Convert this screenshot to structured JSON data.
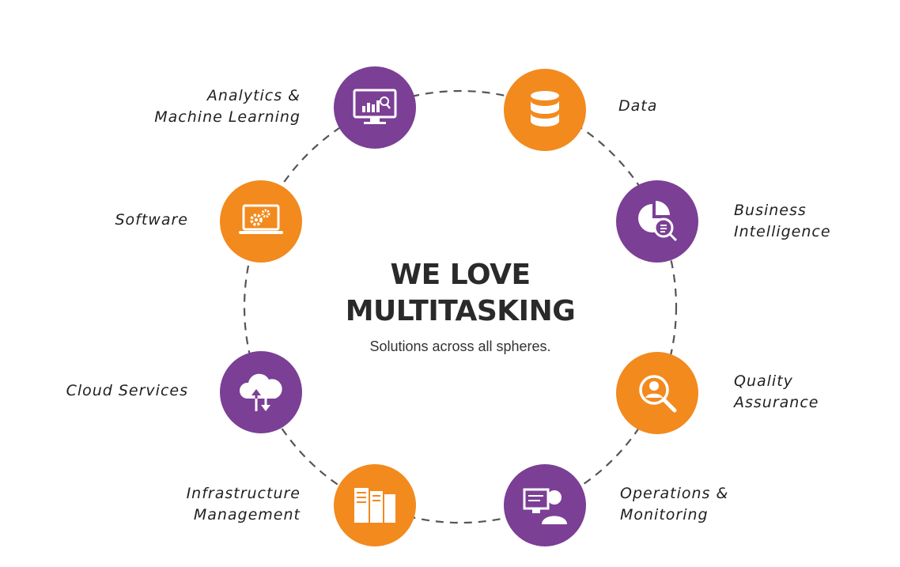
{
  "headline": {
    "line1": "WE LOVE",
    "line2": "MULTITASKING"
  },
  "subtitle": "Solutions across all spheres.",
  "colors": {
    "purple": "#7b3f95",
    "orange": "#f28a1e"
  },
  "items": [
    {
      "lines": [
        "Analytics &",
        "Machine Learning"
      ],
      "icon": "monitor-chart-icon",
      "color": "purple"
    },
    {
      "lines": [
        "Data"
      ],
      "icon": "database-icon",
      "color": "orange"
    },
    {
      "lines": [
        "Business",
        "Intelligence"
      ],
      "icon": "pie-chart-search-icon",
      "color": "purple"
    },
    {
      "lines": [
        "Quality",
        "Assurance"
      ],
      "icon": "magnifier-person-icon",
      "color": "orange"
    },
    {
      "lines": [
        "Operations &",
        "Monitoring"
      ],
      "icon": "operator-screen-icon",
      "color": "purple"
    },
    {
      "lines": [
        "Infrastructure",
        "Management"
      ],
      "icon": "server-racks-icon",
      "color": "orange"
    },
    {
      "lines": [
        "Cloud Services"
      ],
      "icon": "cloud-transfer-icon",
      "color": "purple"
    },
    {
      "lines": [
        "Software"
      ],
      "icon": "laptop-gears-icon",
      "color": "orange"
    }
  ]
}
